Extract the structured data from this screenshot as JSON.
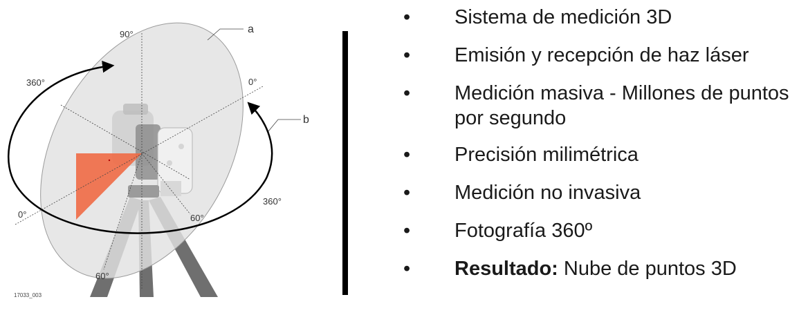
{
  "diagram": {
    "label_a": "a",
    "label_b": "b",
    "angle_vertical_top": "90°",
    "angle_horizontal_left": "360°",
    "angle_right_top": "0°",
    "angle_left_bottom": "0°",
    "angle_right_bottom": "360°",
    "angle_60_right": "60°",
    "angle_60_bottom": "60°",
    "figure_code": "17033_003"
  },
  "bullets": {
    "marker": "•",
    "items": [
      {
        "text": "Sistema de medición 3D"
      },
      {
        "text": "Emisión y recepción de haz láser"
      },
      {
        "text": "Medición masiva - Millones de puntos por segundo"
      },
      {
        "text": "Precisión milimétrica"
      },
      {
        "text": "Medición no invasiva"
      },
      {
        "text": "Fotografía 360º"
      },
      {
        "bold": "Resultado:",
        "text": " Nube de puntos 3D"
      }
    ]
  }
}
